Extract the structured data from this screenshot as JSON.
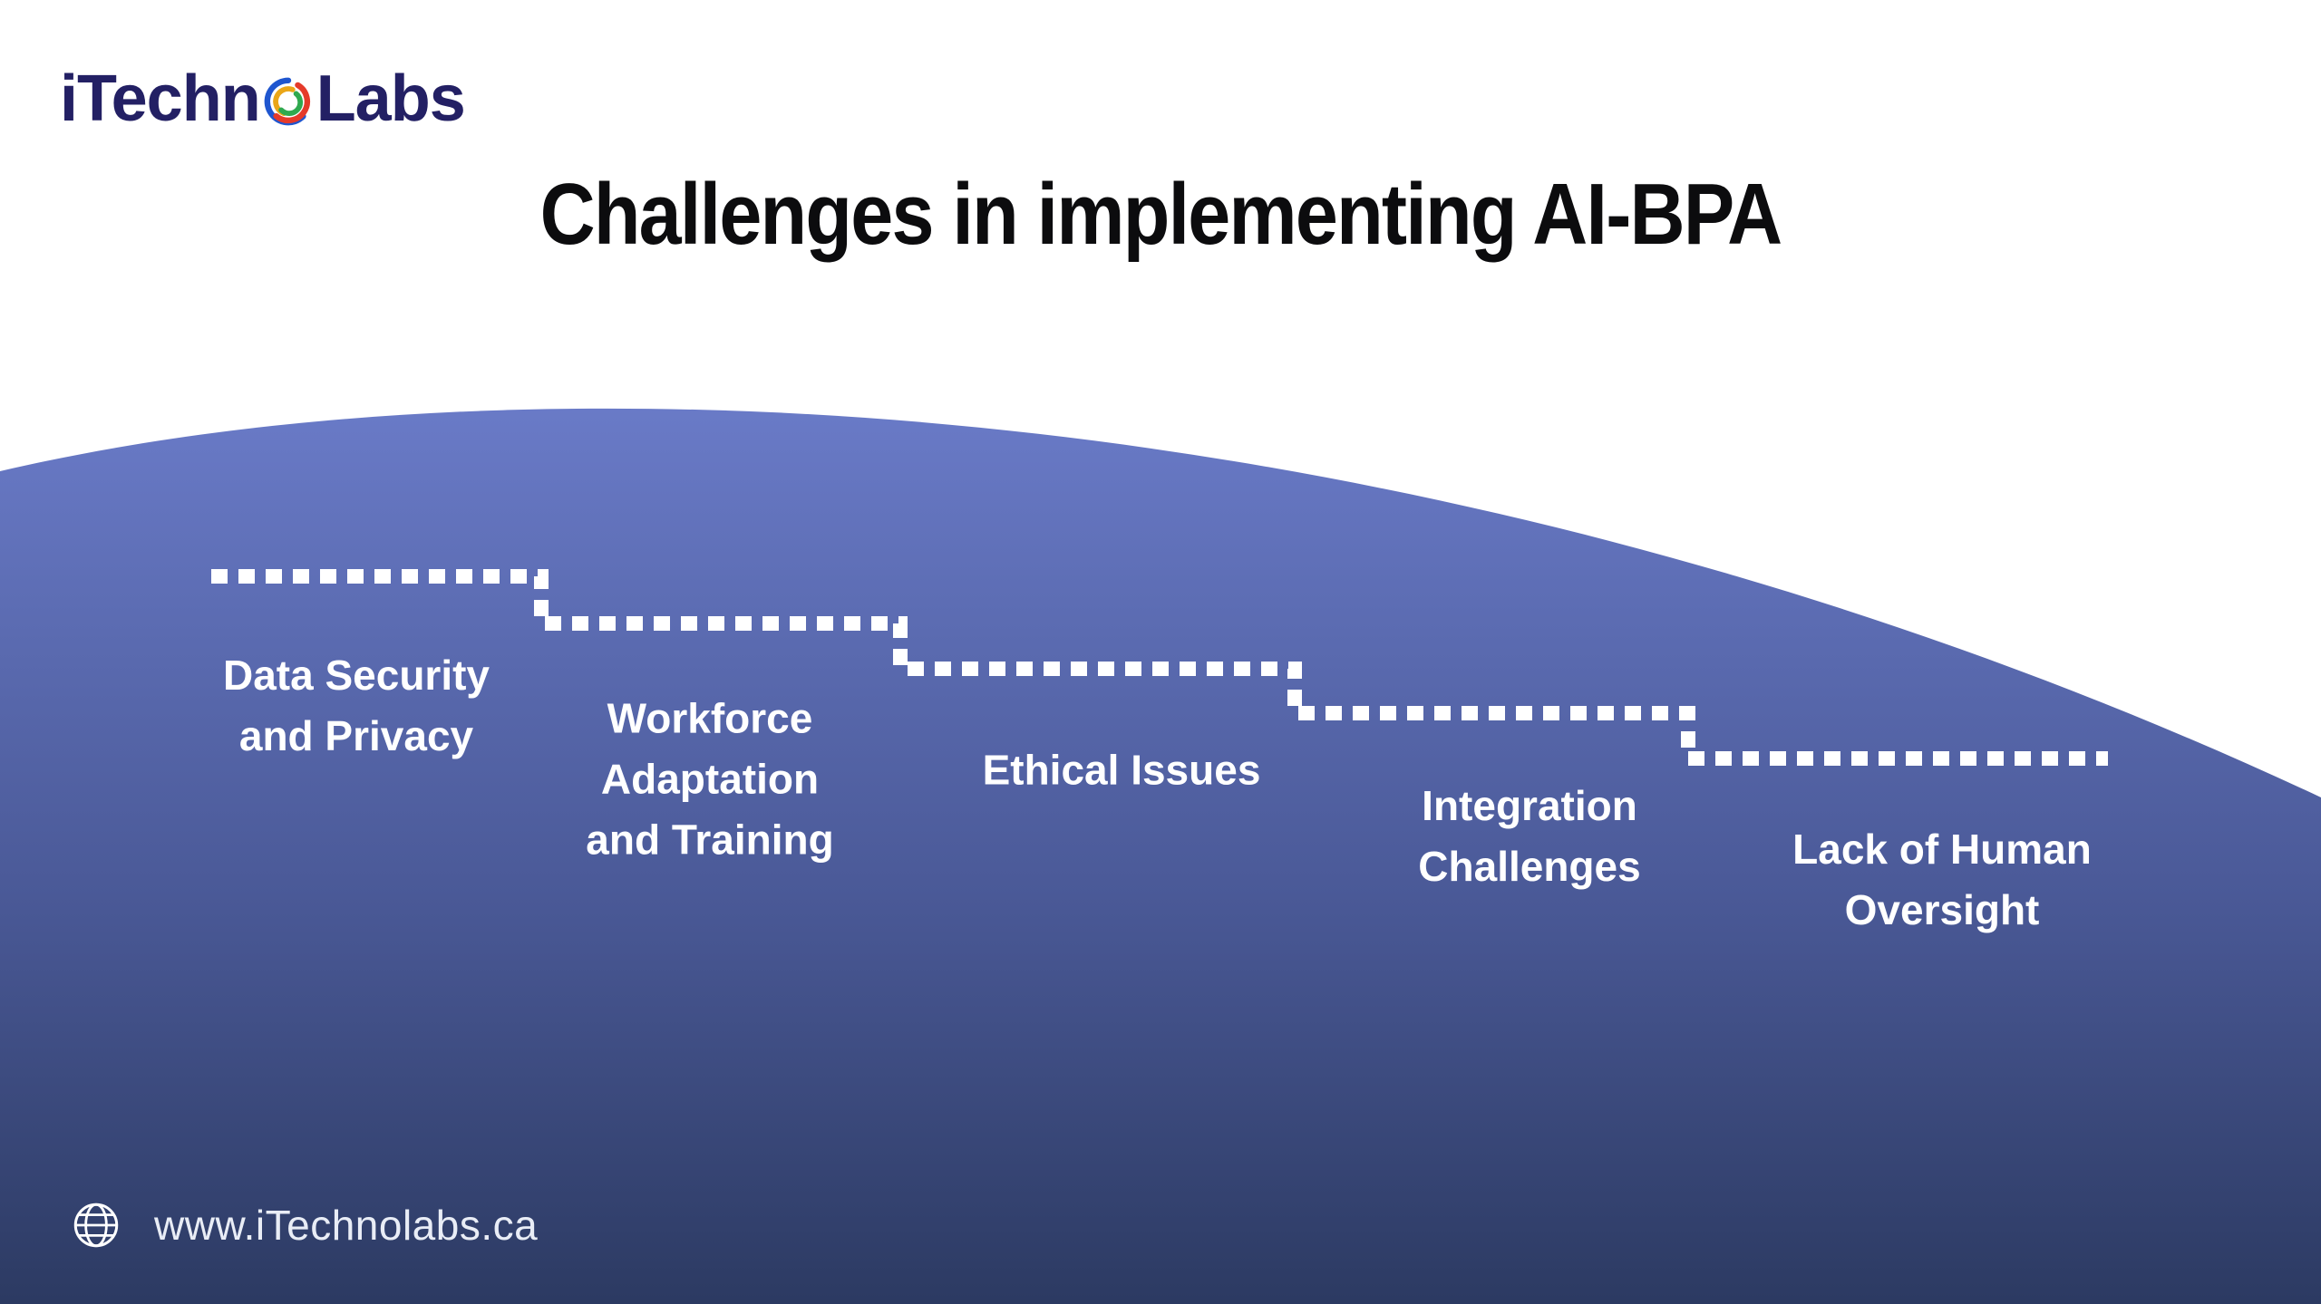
{
  "brand": {
    "logo_prefix": "iTechn",
    "logo_o_letter": "O",
    "logo_suffix": "Labs"
  },
  "header": {
    "title": "Challenges in implementing AI-BPA"
  },
  "diagram": {
    "type": "descending-staircase",
    "steps": [
      {
        "lines": [
          "Data Security",
          "and Privacy"
        ]
      },
      {
        "lines": [
          "Workforce",
          "Adaptation",
          "and Training"
        ]
      },
      {
        "lines": [
          "Ethical Issues"
        ]
      },
      {
        "lines": [
          "Integration",
          "Challenges"
        ]
      },
      {
        "lines": [
          "Lack of Human",
          "Oversight"
        ]
      }
    ]
  },
  "footer": {
    "website": "www.iTechnolabs.ca"
  },
  "icons": {
    "logo_o": "multicolor-swirl-ring",
    "globe": "wireframe-globe",
    "staircase": "white-dashed-step-line"
  },
  "colors": {
    "wave_top": "#6a7bc8",
    "wave_bottom": "#2c3a62",
    "dash": "#ffffff",
    "title_text": "#0c0c0e",
    "logo_text": "#232064",
    "logo_ring_blue": "#1f56cf",
    "logo_ring_red": "#e53a2a",
    "logo_ring_yellow": "#eaa617",
    "logo_ring_green": "#2fa94f",
    "label_text": "#ffffff",
    "footer_text": "#e9edf6"
  }
}
